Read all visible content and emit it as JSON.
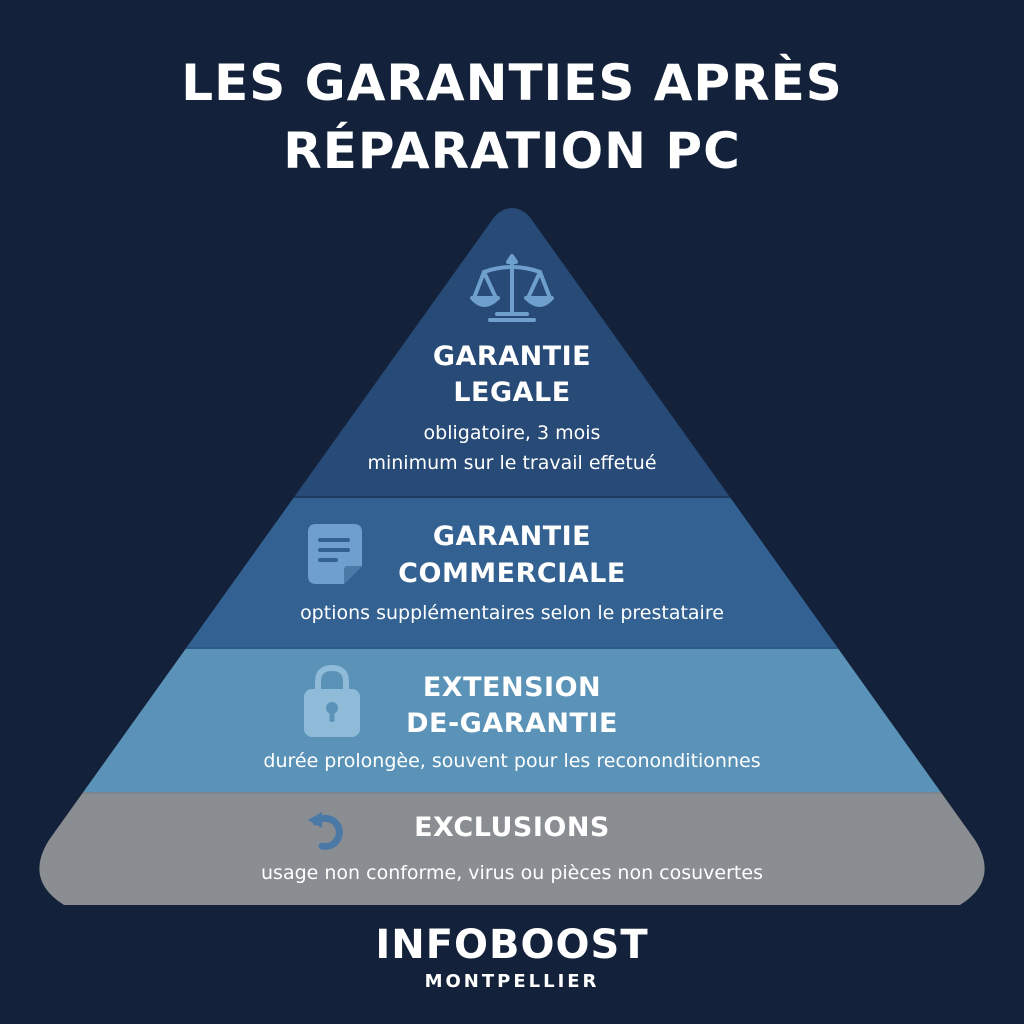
{
  "title": {
    "line1": "LES GARANTIES APRÈS",
    "line2": "RÉPARATION PC"
  },
  "colors": {
    "background": "#13223a",
    "tier_legale": "#274a76",
    "tier_commerciale": "#336191",
    "tier_extension": "#5b93b8",
    "tier_exclusions": "#8a8d91",
    "icon": "#6f9fcc"
  },
  "pyramid": {
    "tiers": [
      {
        "id": "garantie-legale",
        "icon": "scales-icon",
        "heading_line1": "GARANTIE",
        "heading_line2": "LEGALE",
        "desc_line1": "obligatoire, 3 mois",
        "desc_line2": "minimum sur le travail effetué"
      },
      {
        "id": "garantie-commerciale",
        "icon": "document-icon",
        "heading_line1": "GARANTIE",
        "heading_line2": "COMMERCIALE",
        "desc_line1": "options supplémentaires selon le prestataire"
      },
      {
        "id": "extension-garantie",
        "icon": "padlock-icon",
        "heading_line1": "EXTENSION",
        "heading_line2": "DE-GARANTIE",
        "desc_line1": "durée prolongèe, souvent pour les recononditionnes"
      },
      {
        "id": "exclusions",
        "icon": "circular-arrow-icon",
        "heading_line1": "EXCLUSIONS",
        "desc_line1": "usage non conforme, virus ou pièces non cosuvertes"
      }
    ]
  },
  "brand": {
    "name": "INFOBOOST",
    "city": "MONTPELLIER"
  }
}
